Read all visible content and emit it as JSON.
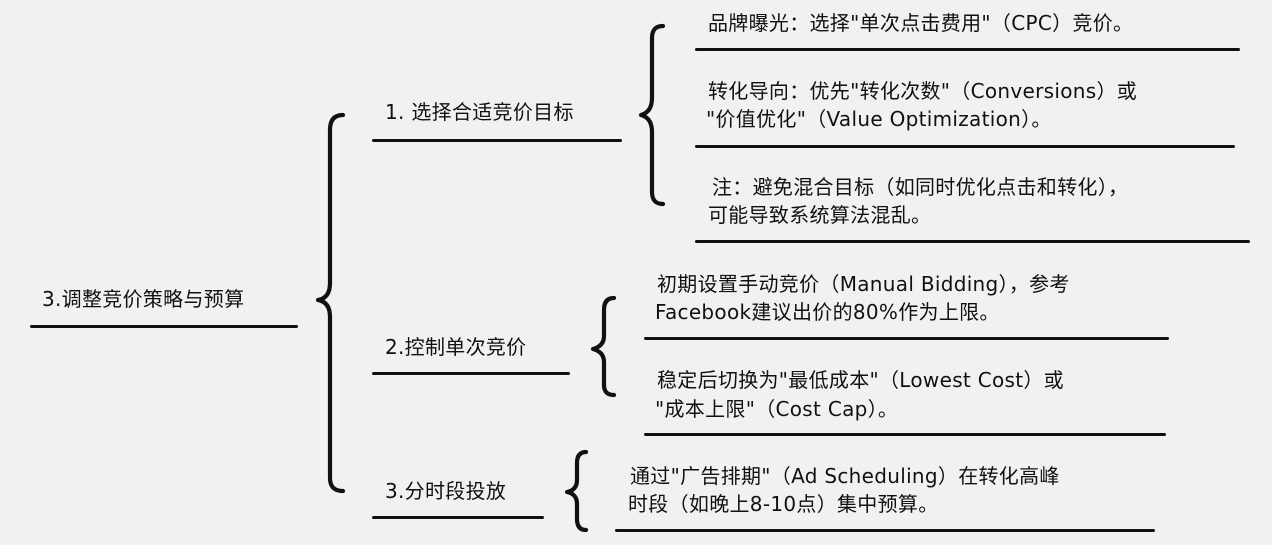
{
  "root": {
    "label": "3.调整竞价策略与预算"
  },
  "branches": [
    {
      "label": "1. 选择合适竞价目标",
      "leaves": [
        {
          "lines": [
            "品牌曝光：选择\"单次点击费用\"（CPC）竞价。"
          ]
        },
        {
          "lines": [
            "转化导向：优先\"转化次数\"（Conversions）或",
            "\"价值优化\"（Value Optimization）。"
          ]
        },
        {
          "lines": [
            "注：避免混合目标（如同时优化点击和转化），",
            "可能导致系统算法混乱。"
          ]
        }
      ]
    },
    {
      "label": "2.控制单次竞价",
      "leaves": [
        {
          "lines": [
            "初期设置手动竞价（Manual Bidding），参考",
            "Facebook建议出价的80%作为上限。"
          ]
        },
        {
          "lines": [
            "稳定后切换为\"最低成本\"（Lowest Cost）或",
            "\"成本上限\"（Cost Cap）。"
          ]
        }
      ]
    },
    {
      "label": "3.分时段投放",
      "leaves": [
        {
          "lines": [
            "通过\"广告排期\"（Ad Scheduling）在转化高峰",
            "时段（如晚上8-10点）集中预算。"
          ]
        }
      ]
    }
  ]
}
